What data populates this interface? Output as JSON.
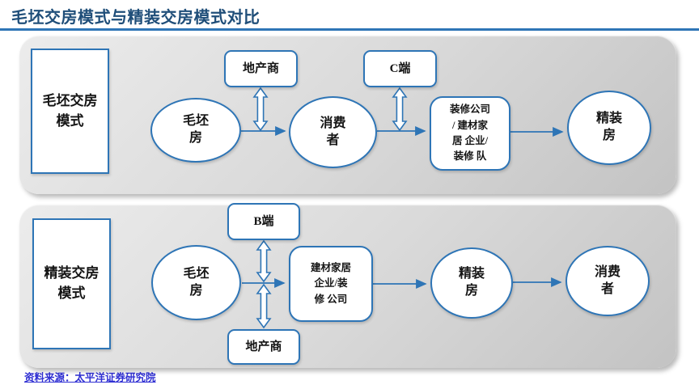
{
  "title": "毛坯交房模式与精装交房模式对比",
  "footer": {
    "source": "资料来源：太平洋证券研究院"
  },
  "colors": {
    "accent": "#2E75B6",
    "title_text": "#1F4E79",
    "link": "#2F2FD3",
    "panel_gradient_start": "#ECECEC",
    "panel_gradient_end": "#C3C3C3"
  },
  "panel1": {
    "label_lines": [
      "毛坯交房",
      "模式"
    ],
    "rough_house_lines": [
      "毛坯",
      "房"
    ],
    "developer": "地产商",
    "consumer_lines": [
      "消费",
      "者"
    ],
    "c_side": "C端",
    "decorator_lines": [
      "装修公司",
      "/ 建材家",
      "居 企业/",
      "装修 队"
    ],
    "finished_house_lines": [
      "精装",
      "房"
    ]
  },
  "panel2": {
    "label_lines": [
      "精装交房",
      "模式"
    ],
    "rough_house_lines": [
      "毛坯",
      "房"
    ],
    "b_side": "B端",
    "developer": "地产商",
    "builder_lines": [
      "建材家居",
      "企业/装",
      "修 公司"
    ],
    "finished_house_lines": [
      "精装",
      "房"
    ],
    "consumer_lines": [
      "消费",
      "者"
    ]
  }
}
